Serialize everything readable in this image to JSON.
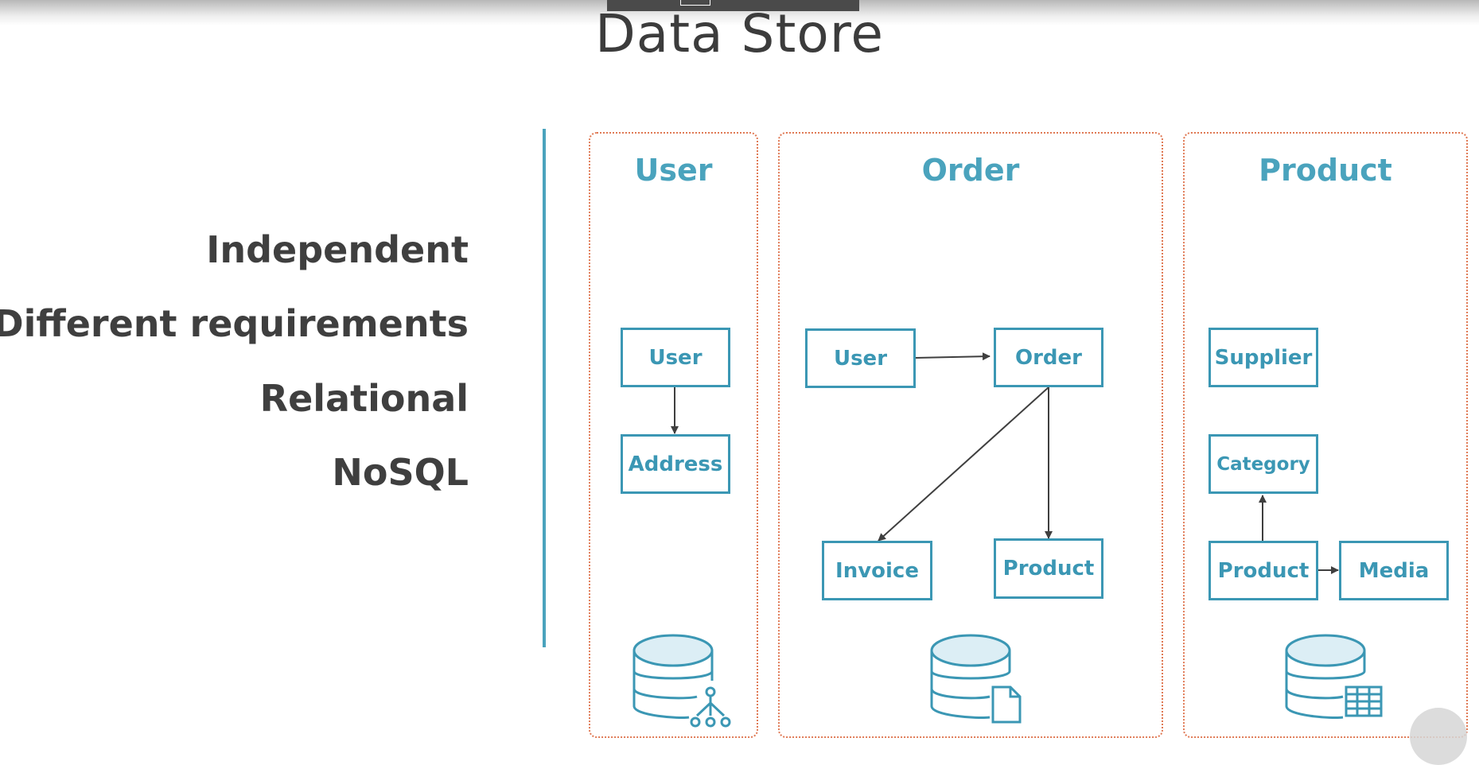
{
  "slide": {
    "title": "Data Store",
    "points": [
      "Independent",
      "Different requirements",
      "Relational",
      "NoSQL"
    ]
  },
  "panels": {
    "user": {
      "title": "User",
      "entities": {
        "user": "User",
        "address": "Address"
      },
      "icon": "database-hierarchy-icon"
    },
    "order": {
      "title": "Order",
      "entities": {
        "user": "User",
        "order": "Order",
        "invoice": "Invoice",
        "product": "Product"
      },
      "icon": "database-document-icon"
    },
    "product": {
      "title": "Product",
      "entities": {
        "supplier": "Supplier",
        "category": "Category",
        "product": "Product",
        "media": "Media"
      },
      "icon": "database-table-icon"
    }
  },
  "colors": {
    "accent": "#4aa3bd",
    "entity_border": "#3b97b4",
    "panel_border": "#e07a55",
    "text": "#3f3f3f"
  }
}
